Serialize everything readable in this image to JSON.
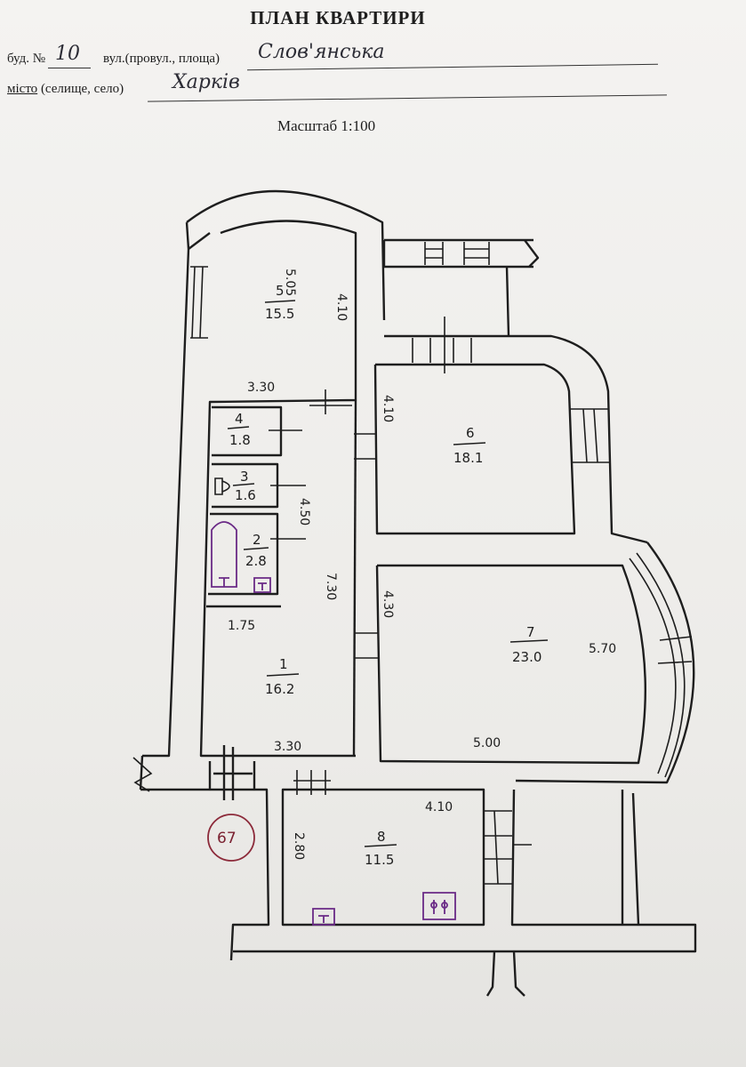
{
  "header": {
    "title": "ПЛАН КВАРТИРИ",
    "building_label": "буд. №",
    "building_value": "10",
    "street_label": "вул.(провул., площа)",
    "street_value": "Слов'янська",
    "city_label_underlined": "місто",
    "city_label_rest": "(селище, село)",
    "city_value": "Харків",
    "scale": "Масштаб 1:100"
  },
  "rooms": [
    {
      "number": "5",
      "area": "15.5"
    },
    {
      "number": "6",
      "area": "18.1"
    },
    {
      "number": "4",
      "area": "1.8"
    },
    {
      "number": "3",
      "area": "1.6"
    },
    {
      "number": "2",
      "area": "2.8"
    },
    {
      "number": "1",
      "area": "16.2"
    },
    {
      "number": "7",
      "area": "23.0"
    },
    {
      "number": "8",
      "area": "11.5"
    }
  ],
  "dimensions": {
    "d_505": "5.05",
    "d_410_room5": "4.10",
    "d_330_top": "3.30",
    "d_410_room6": "4.10",
    "d_450": "4.50",
    "d_730": "7.30",
    "d_430": "4.30",
    "d_570": "5.70",
    "d_175": "1.75",
    "d_500": "5.00",
    "d_330_bottom": "3.30",
    "d_410_room8": "4.10",
    "d_280": "2.80"
  },
  "stamp_number": "67"
}
